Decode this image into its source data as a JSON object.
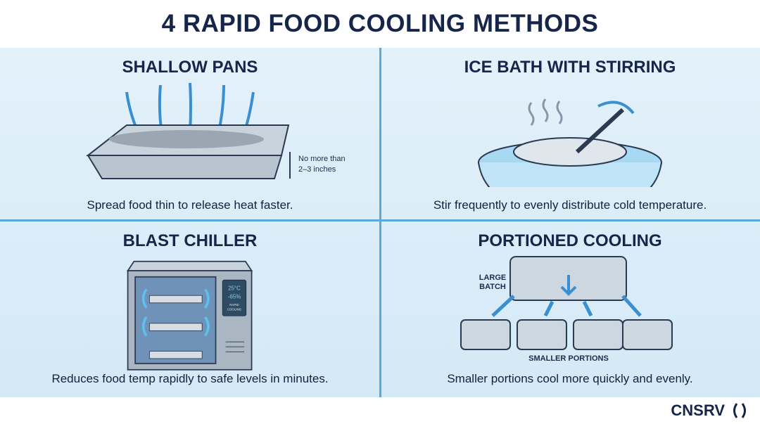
{
  "title": "4 RAPID FOOD COOLING METHODS",
  "panels": [
    {
      "heading": "SHALLOW PANS",
      "caption": "Spread food thin to release heat faster.",
      "annotation_line1": "No more than",
      "annotation_line2": "2–3 inches"
    },
    {
      "heading": "ICE BATH WITH STIRRING",
      "caption": "Stir frequently to evenly distribute cold temperature."
    },
    {
      "heading": "BLAST CHILLER",
      "caption": "Reduces food temp rapidly to safe levels in minutes.",
      "display_temp": "25°C",
      "display_humidity": "-65%",
      "display_label_line1": "RAPID",
      "display_label_line2": "COOLING"
    },
    {
      "heading": "PORTIONED COOLING",
      "caption": "Smaller portions cool more quickly and evenly.",
      "label_large_line1": "LARGE",
      "label_large_line2": "BATCH",
      "label_small": "SMALLER PORTIONS"
    }
  ],
  "footer": {
    "brand": "CNSRV"
  },
  "colors": {
    "accent": "#3a8fd0",
    "text": "#16254a",
    "panel_bg": "#e3f1fa"
  }
}
